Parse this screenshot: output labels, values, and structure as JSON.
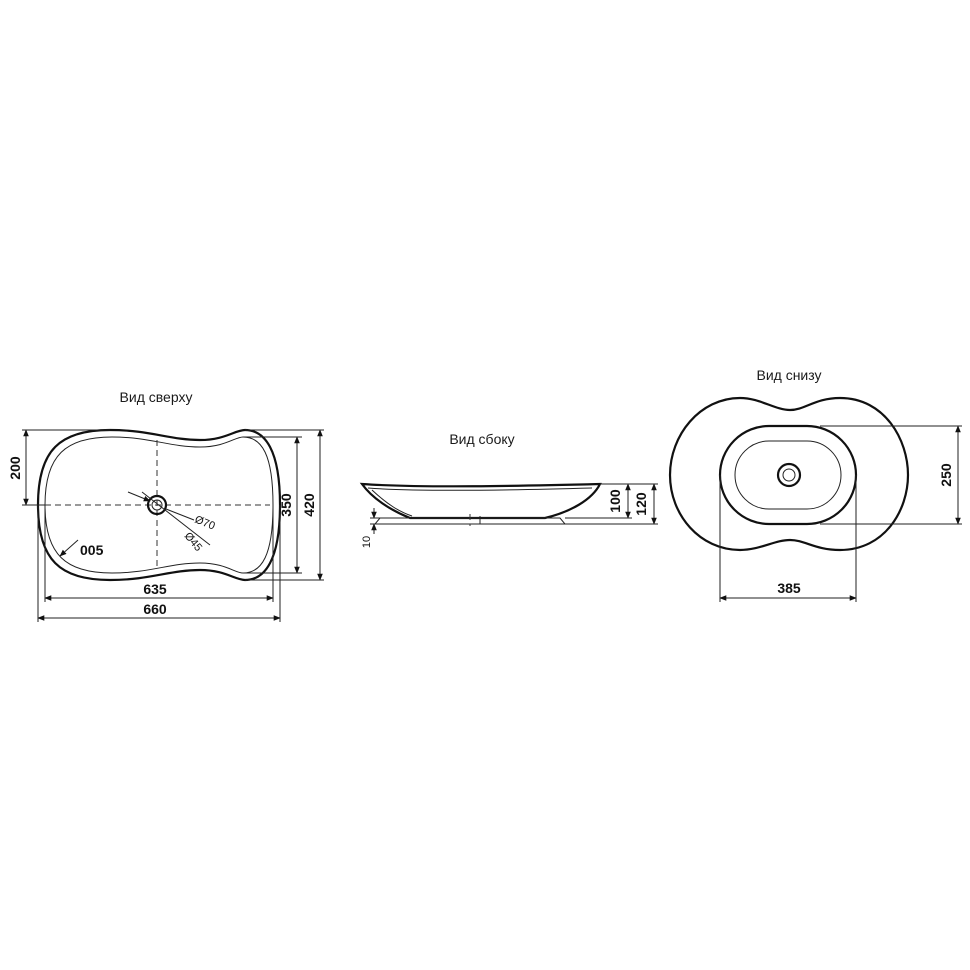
{
  "views": {
    "top": {
      "title": "Вид сверху"
    },
    "side": {
      "title": "Вид сбоку"
    },
    "bottom": {
      "title": "Вид снизу"
    }
  },
  "dimensions": {
    "top": {
      "height_200": "200",
      "inner_350": "350",
      "outer_420": "420",
      "inner_635": "635",
      "outer_660": "660",
      "radius_005": "005",
      "drain_70": "Ø70",
      "drain_45": "Ø45"
    },
    "side": {
      "depth_100": "100",
      "height_120": "120",
      "base_10": "10"
    },
    "bottom": {
      "width_250": "250",
      "length_385": "385"
    }
  }
}
